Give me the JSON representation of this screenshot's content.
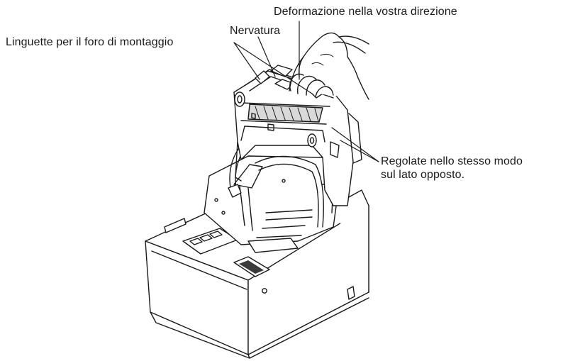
{
  "labels": {
    "deformation": "Deformazione nella vostra direzione",
    "rib": "Nervatura",
    "tabs": "Linguette per il foro di montaggio",
    "opposite_line1": "Regolate nello stesso modo",
    "opposite_line2": "sul lato opposto."
  },
  "colors": {
    "line": "#1a1a1a",
    "fill": "#ffffff",
    "shade": "#d9d9d9",
    "dark": "#3a3a3a"
  }
}
